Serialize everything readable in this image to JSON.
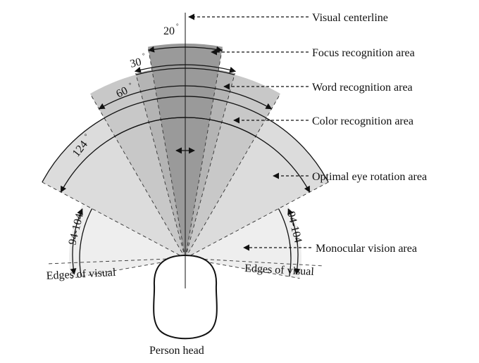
{
  "labels": {
    "visual_centerline": "Visual centerline",
    "focus_area": "Focus recognition area",
    "word_area": "Word recognition area",
    "color_area": "Color recognition area",
    "optimal_area": "Optimal eye rotation area",
    "monocular_area": "Monocular vision area",
    "edges_left": "Edges of visual",
    "edges_right": "Edges of visual",
    "person_head": "Person head"
  },
  "angles": {
    "a20": "20",
    "a30": "30",
    "a60": "60",
    "a124": "124",
    "left_range": "94-104",
    "right_range": "94-104",
    "degree_symbol": "°"
  },
  "colors": {
    "focus": "#9a9a9a",
    "word": "#b4b4b4",
    "color": "#c8c8c8",
    "optimal": "#dcdcdc",
    "monocular": "#eeeeee",
    "line": "#111111"
  }
}
